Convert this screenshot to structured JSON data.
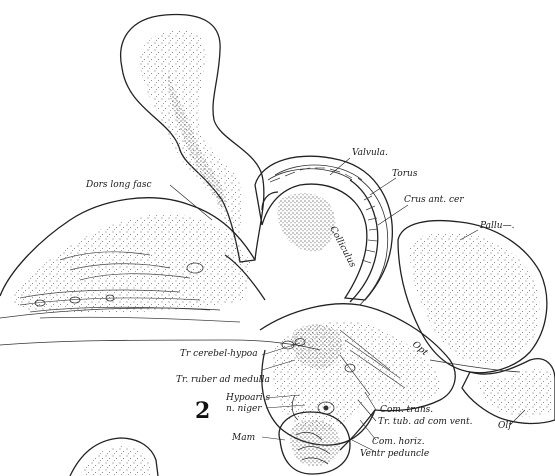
{
  "figure": {
    "number": "2"
  },
  "labels": {
    "valvula": "Valvula.",
    "torus": "Torus",
    "crus_ant_cer": "Crus ant. cer",
    "dors_long_fasc": "Dors long fasc",
    "pallium": "Pallu—.",
    "colliculus": "Colliculus",
    "opt": "Opt",
    "tr_cerebel_hypoa": "Tr cerebel-hypoa",
    "tr_ruber_ad_medulla": "Tr. ruber ad medulla",
    "hypoaris_top": "Hypoari s",
    "n_niger": "n. niger",
    "com_trans": "Com. trans.",
    "tr_tub_ad_com_vent": "Tr. tub. ad com vent.",
    "com_horiz": "Com. horiz.",
    "ventr_peduncle": "Ventr peduncle",
    "olf": "Olf",
    "mam": "Mam"
  }
}
